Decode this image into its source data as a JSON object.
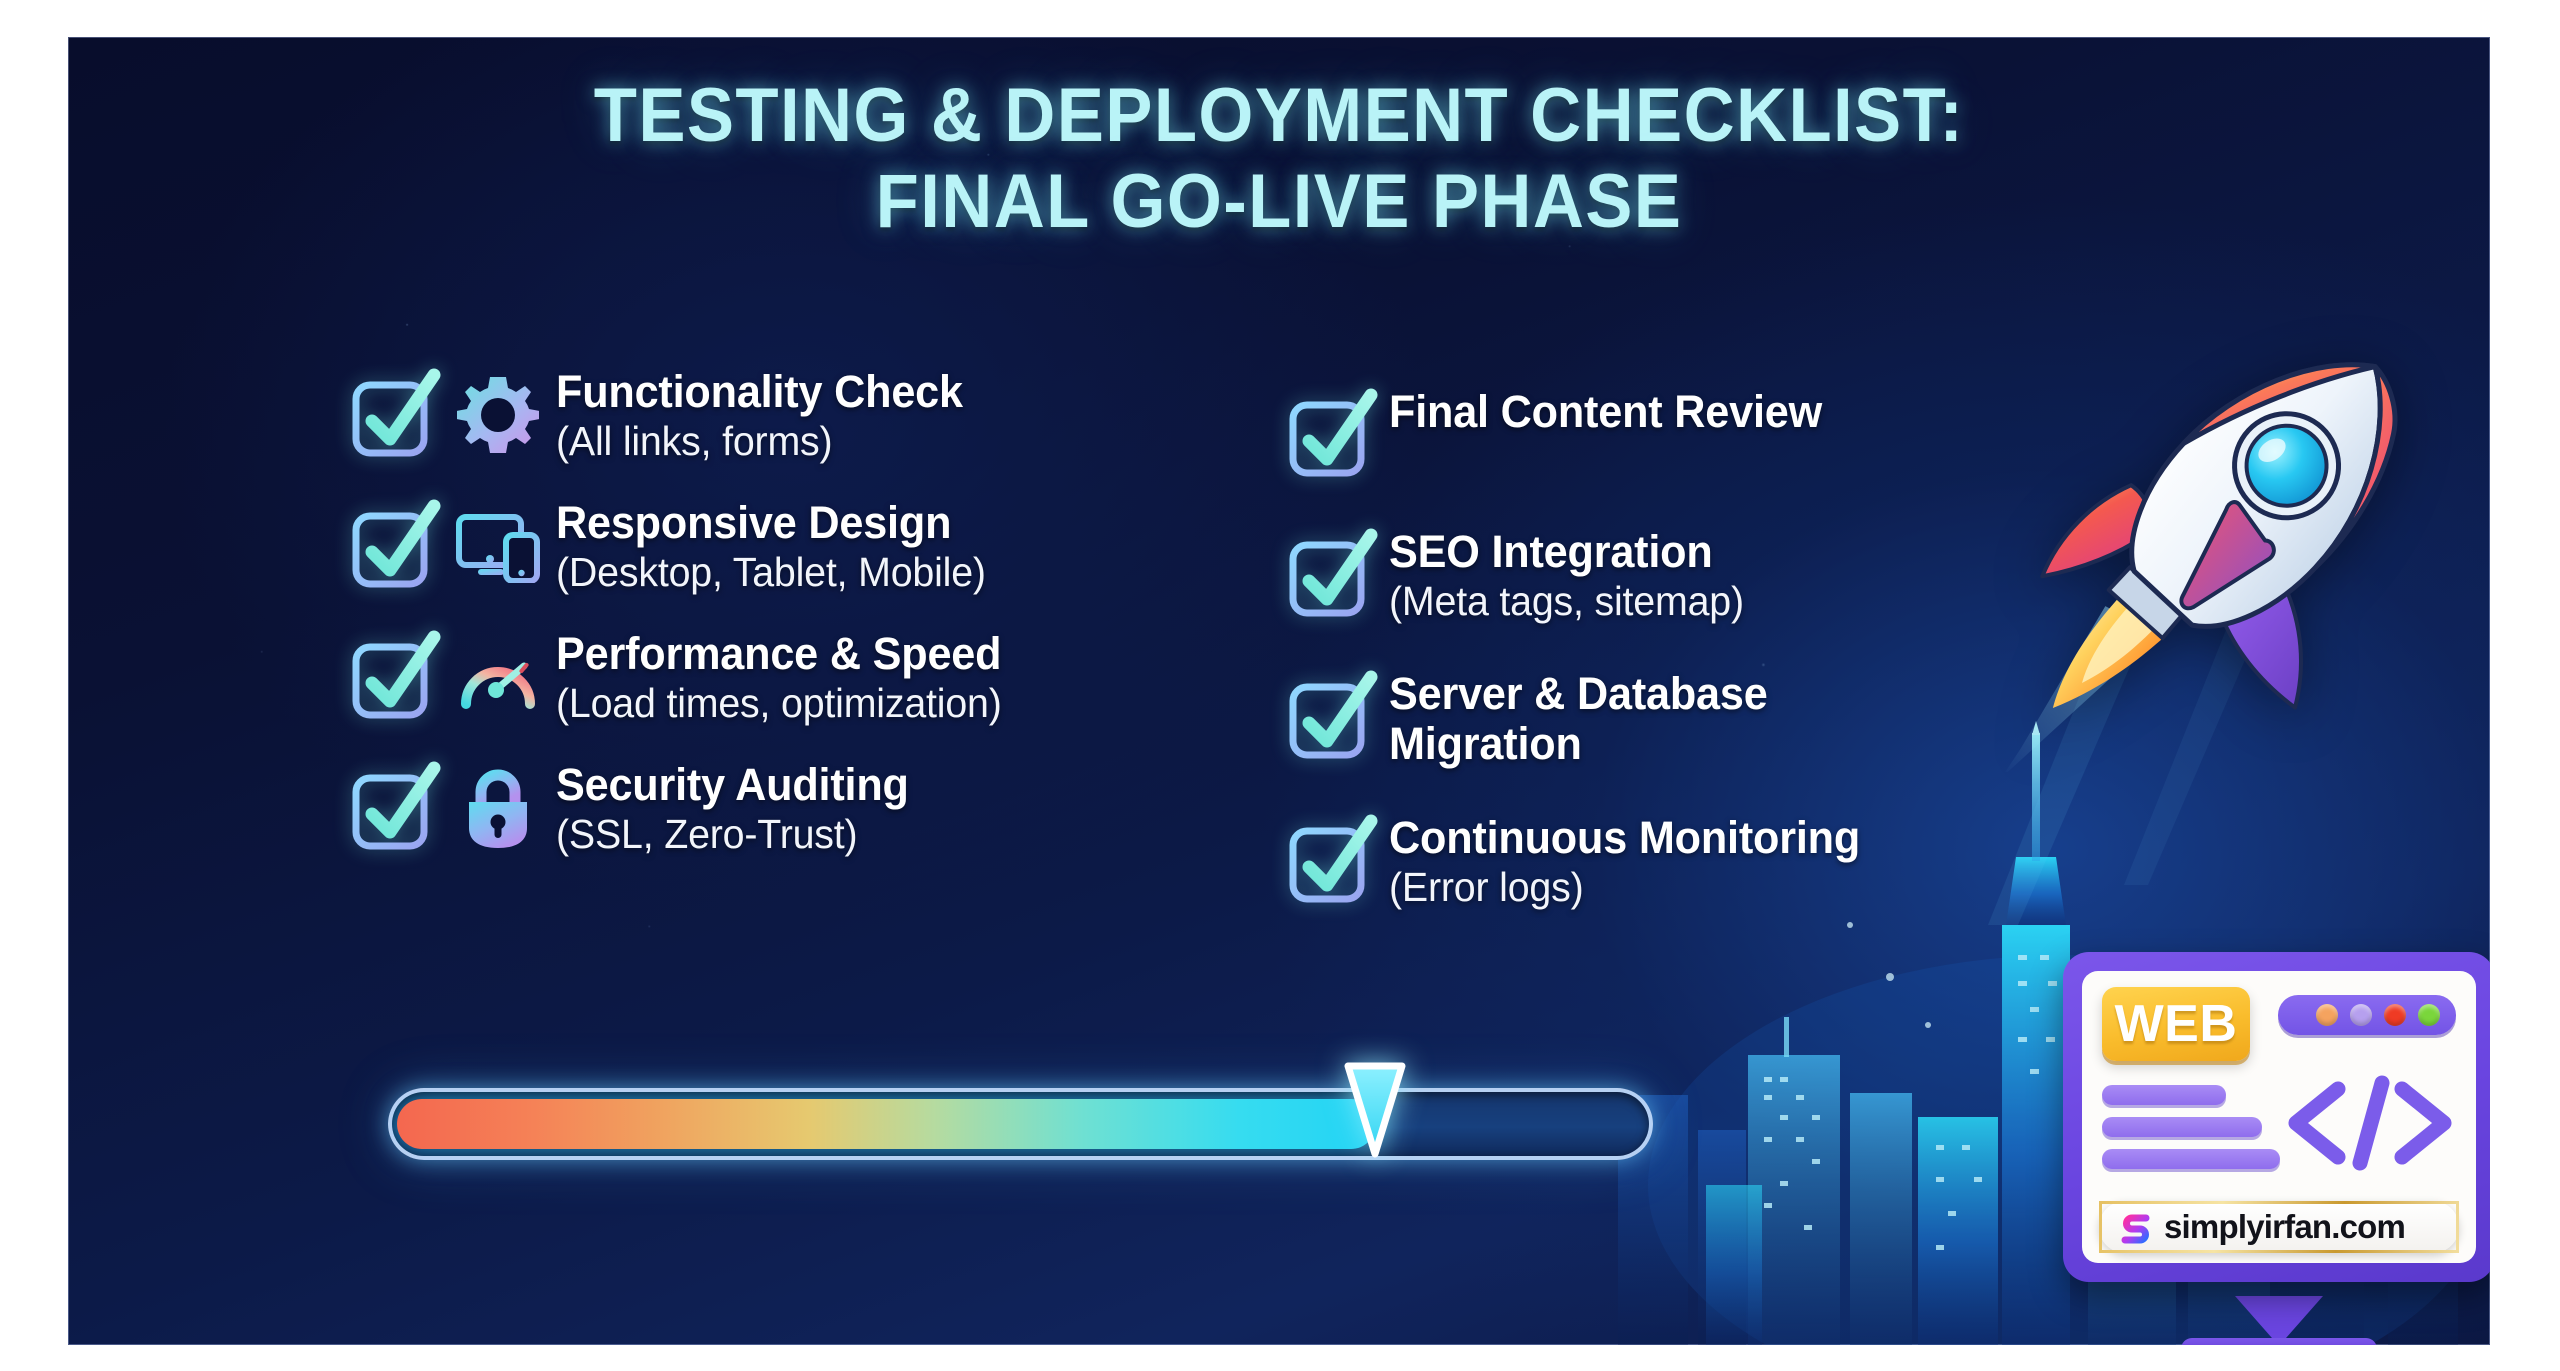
{
  "canvas": {
    "background_color": "#0a1134",
    "accent_cyan": "#22d3f5",
    "accent_title": "#b9f3f7"
  },
  "title": {
    "line1": "TESTING & DEPLOYMENT CHECKLIST:",
    "line2": "FINAL GO-LIVE PHASE"
  },
  "checklist": {
    "left_column": [
      {
        "checkbox_icon": "checkbox-checked-icon",
        "topic_icon": "gear-icon",
        "title": "Functionality Check",
        "sub": "(All links, forms)"
      },
      {
        "checkbox_icon": "checkbox-checked-icon",
        "topic_icon": "devices-responsive-icon",
        "title": "Responsive Design",
        "sub": "(Desktop, Tablet, Mobile)"
      },
      {
        "checkbox_icon": "checkbox-checked-icon",
        "topic_icon": "speedometer-icon",
        "title": "Performance & Speed",
        "sub": "(Load times, optimization)"
      },
      {
        "checkbox_icon": "checkbox-checked-icon",
        "topic_icon": "padlock-icon",
        "title": "Security Auditing",
        "sub": "(SSL, Zero-Trust)"
      }
    ],
    "right_column": [
      {
        "checkbox_icon": "checkbox-checked-icon",
        "title": "Final Content Review",
        "sub": ""
      },
      {
        "checkbox_icon": "checkbox-checked-icon",
        "title": "SEO Integration",
        "sub": "(Meta tags, sitemap)"
      },
      {
        "checkbox_icon": "checkbox-checked-icon",
        "title": "Server & Database\nMigration",
        "sub": ""
      },
      {
        "checkbox_icon": "checkbox-checked-icon",
        "title": "Continuous Monitoring",
        "sub": "(Error logs)"
      }
    ]
  },
  "progress": {
    "percent": 78,
    "fill_start_color": "#f4674f",
    "fill_end_color": "#22d3f5",
    "track_color": "#17407e",
    "marker_icon": "triangle-down-marker-icon"
  },
  "decorations": {
    "rocket_icon": "rocket-launch-icon",
    "skyline_icon": "city-skyline-icon"
  },
  "monitor_card": {
    "web_badge_label": "WEB",
    "web_badge_color": "#f9bc2c",
    "frame_color": "#6a45e0",
    "titlebar_dots": [
      {
        "name": "dot-orange",
        "color": "#f5a35f"
      },
      {
        "name": "dot-purple",
        "color": "#b6a0ee"
      },
      {
        "name": "dot-red",
        "color": "#ef3b24"
      },
      {
        "name": "dot-green",
        "color": "#7ad63b"
      }
    ],
    "code_symbol": "</>",
    "brand_name": "simplyirfan.com",
    "brand_logo_icon": "s-monogram-icon"
  }
}
